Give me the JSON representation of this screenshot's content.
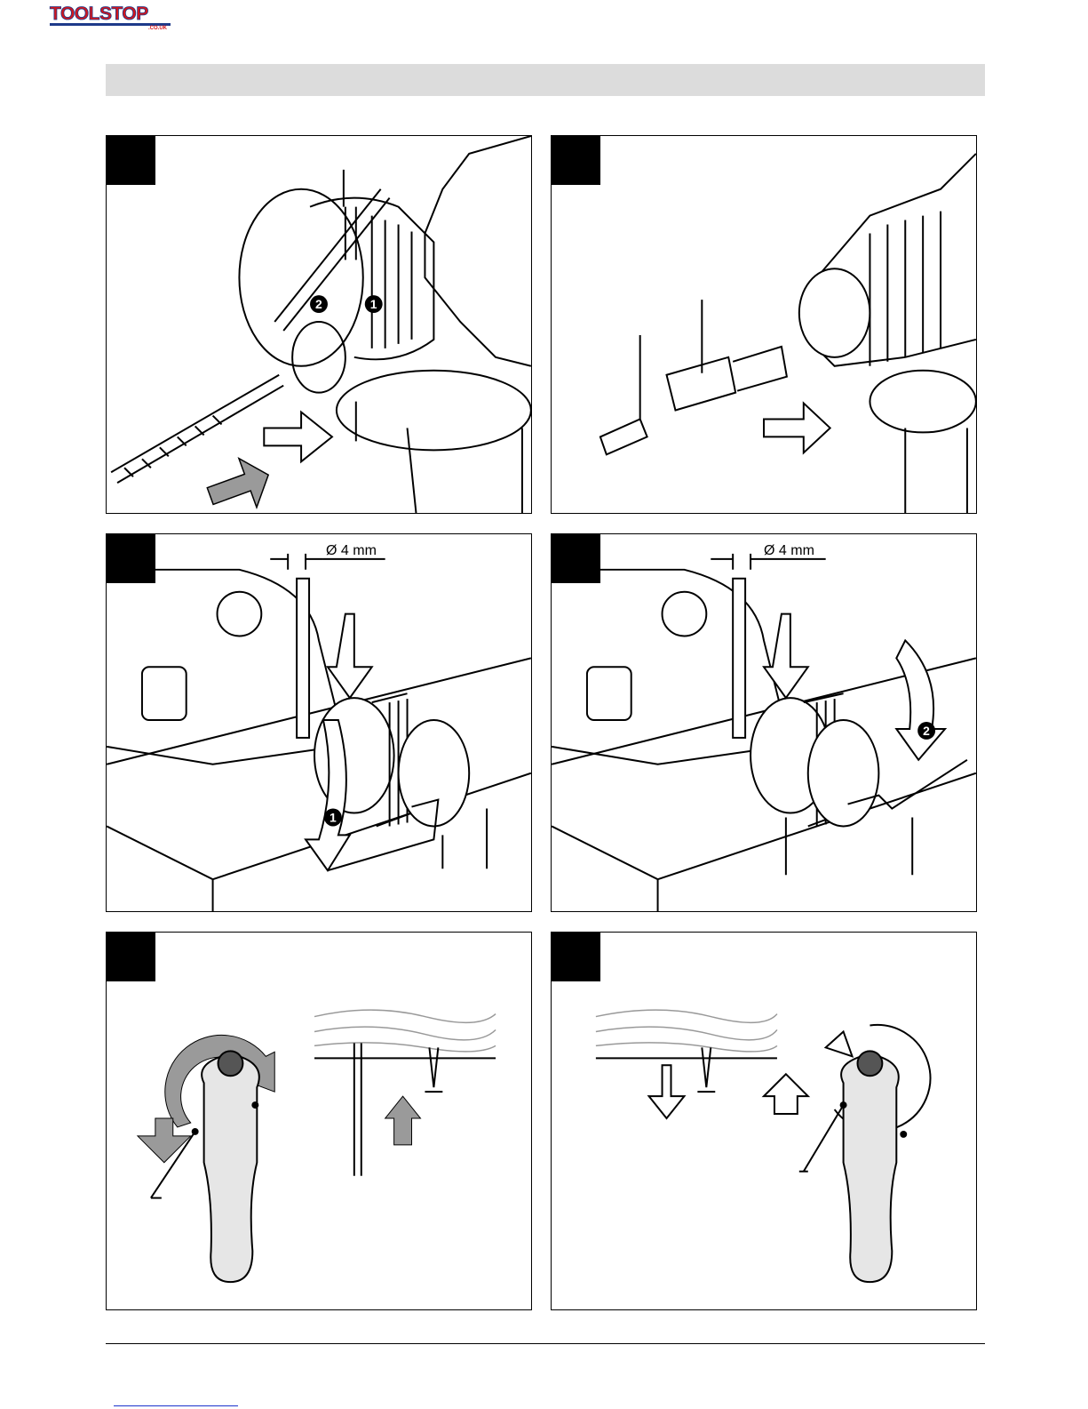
{
  "logo": {
    "text": "TOOLSTOP",
    "subtext": ".CO.UK",
    "color_primary": "#d4161c",
    "color_secondary": "#1e3a8a"
  },
  "panels": [
    {
      "id": "p1",
      "icon": "keyed-chuck-removal-illustration"
    },
    {
      "id": "p2",
      "icon": "screwdriver-bit-holder-illustration"
    },
    {
      "id": "p3",
      "icon": "chuck-unlock-hex-key-illustration",
      "dimension": "Ø 4 mm"
    },
    {
      "id": "p4",
      "icon": "chuck-lock-hex-key-illustration",
      "dimension": "Ø 4 mm"
    },
    {
      "id": "p5",
      "icon": "rotation-right-handle-illustration"
    },
    {
      "id": "p6",
      "icon": "rotation-left-handle-illustration"
    }
  ],
  "colors": {
    "header_bar": "#dcdcdc",
    "gray_arrow": "#9a9a9a",
    "line": "#000000"
  }
}
